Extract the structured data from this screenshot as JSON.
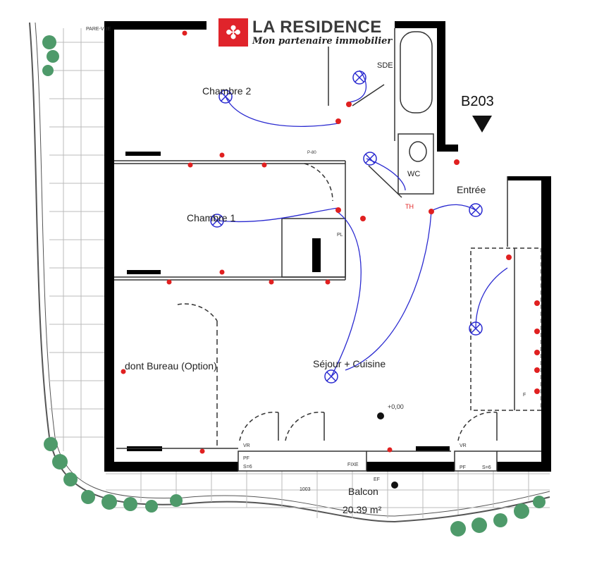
{
  "logo": {
    "title": "LA RESIDENCE",
    "subtitle": "Mon partenaire immobilier",
    "brand_color": "#e0242b"
  },
  "plan": {
    "lot": "B203",
    "rooms": {
      "chambre2": "Chambre 2",
      "chambre1": "Chambre 1",
      "bureau": "dont Bureau (Option)",
      "sejour": "Séjour + Cuisine",
      "entree": "Entrée",
      "sde": "SDE",
      "wc": "WC",
      "balcon": "Balcon",
      "balcon_area": "20.39 m²"
    },
    "annotations": {
      "level": "+0,00",
      "pare_vue": "PARE-VUE",
      "vr": "VR",
      "pf": "PF",
      "s6": "S=6",
      "fixe": "FIXE",
      "ef": "EF",
      "dim": "1003",
      "th": "TH",
      "f": "F",
      "pl": "PL",
      "p80": "P-80"
    },
    "colors": {
      "walls": "#000000",
      "electric": "#2a2ad0",
      "outlets": "#e02020",
      "plants": "#4e9a6a"
    }
  }
}
